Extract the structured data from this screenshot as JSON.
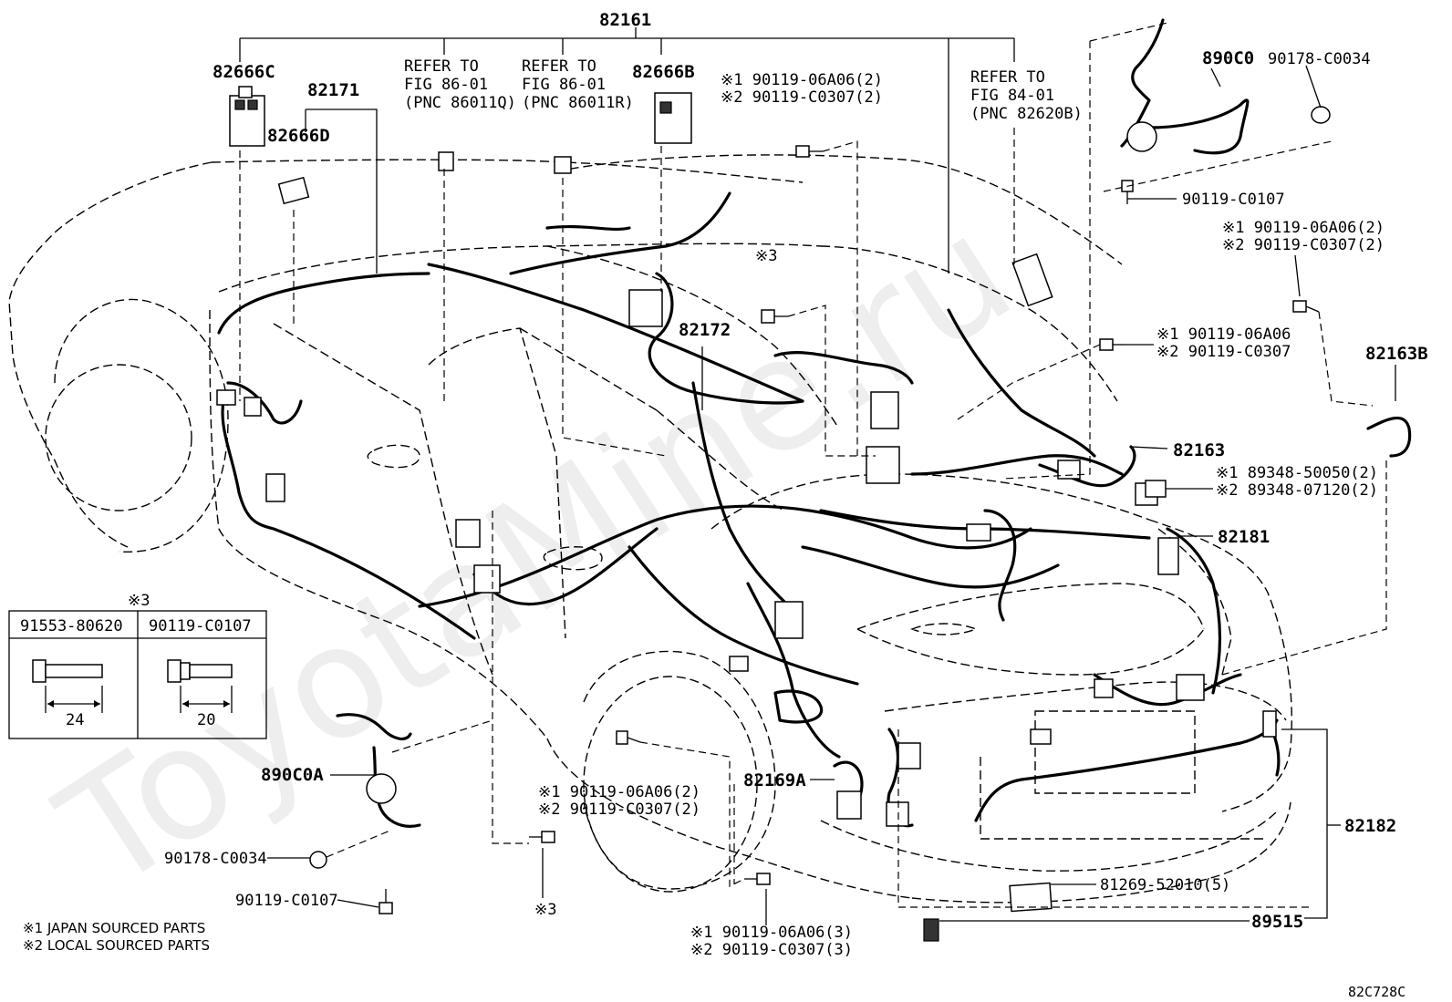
{
  "watermark": "ToyotaMine.ru",
  "callouts": {
    "c82161": "82161",
    "c82666C": "82666C",
    "c82666D": "82666D",
    "c82171": "82171",
    "c82666B": "82666B",
    "c82172": "82172",
    "c890C0": "890C0",
    "c90178_top": "90178-C0034",
    "c90119_C0107_top": "90119-C0107",
    "c82163B": "82163B",
    "c82163": "82163",
    "c82181": "82181",
    "c82182": "82182",
    "c89515": "89515",
    "c81269": "81269-52010(5)",
    "c82169A": "82169A",
    "c890C0A": "890C0A",
    "c90178_bottom": "90178-C0034",
    "c90119_C0107_bottom": "90119-C0107",
    "c_ref3_top": "※3",
    "c_ref3_bottom": "※3",
    "diagram_code": "82C728C"
  },
  "refer_blocks": {
    "left": [
      "REFER TO",
      "FIG 86-01",
      "(PNC 86011Q)"
    ],
    "middle": [
      "REFER TO",
      "FIG 86-01",
      "(PNC 86011R)"
    ],
    "right": [
      "REFER TO",
      "FIG 84-01",
      "(PNC 82620B)"
    ]
  },
  "bolt_notes": {
    "top_center": [
      "※1 90119-06A06(2)",
      "※2 90119-C0307(2)"
    ],
    "right_upper": [
      "※1 90119-06A06(2)",
      "※2 90119-C0307(2)"
    ],
    "right_middle": [
      "※1 90119-06A06",
      "※2 90119-C0307"
    ],
    "right_clip": [
      "※1 89348-50050(2)",
      "※2 89348-07120(2)"
    ],
    "lower_center": [
      "※1 90119-06A06(2)",
      "※2 90119-C0307(2)"
    ],
    "bottom_center": [
      "※1 90119-06A06(3)",
      "※2 90119-C0307(3)"
    ]
  },
  "bolt_table": {
    "marker": "※3",
    "columns": [
      {
        "part": "91553-80620",
        "length": "24"
      },
      {
        "part": "90119-C0107",
        "length": "20"
      }
    ]
  },
  "legend": [
    "※1 JAPAN SOURCED PARTS",
    "※2 LOCAL SOURCED PARTS"
  ]
}
